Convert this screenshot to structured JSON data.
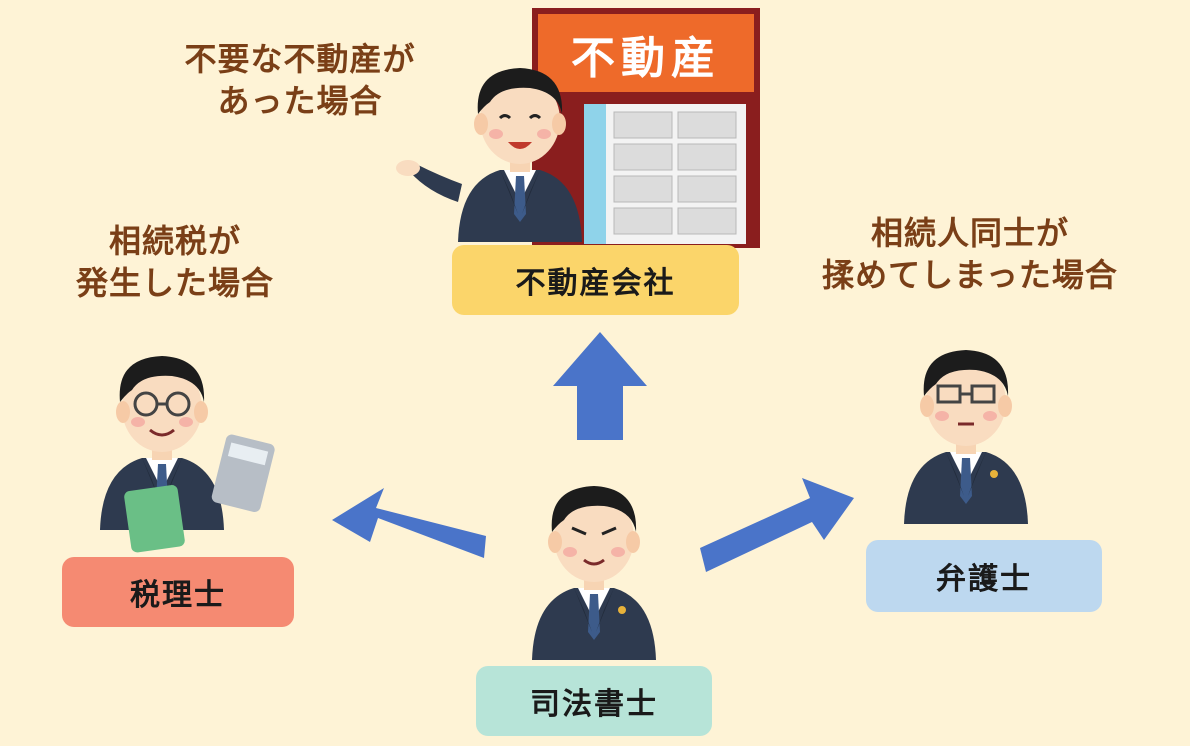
{
  "captions": {
    "real_estate": [
      "不要な不動産が",
      "あった場合"
    ],
    "tax": [
      "相続税が",
      "発生した場合"
    ],
    "lawyer": [
      "相続人同士が",
      "揉めてしまった場合"
    ]
  },
  "shop_sign": "不動産",
  "boxes": {
    "real_estate_company": "不動産会社",
    "tax_accountant": "税理士",
    "lawyer": "弁護士",
    "judicial_scrivener": "司法書士"
  },
  "colors": {
    "background": "#fef3d6",
    "caption_text": "#7a3f17",
    "real_estate_box": "#fbd56a",
    "tax_box": "#f58a72",
    "lawyer_box": "#bdd8ef",
    "scrivener_box": "#b7e4d8",
    "arrow": "#4a74c9"
  }
}
